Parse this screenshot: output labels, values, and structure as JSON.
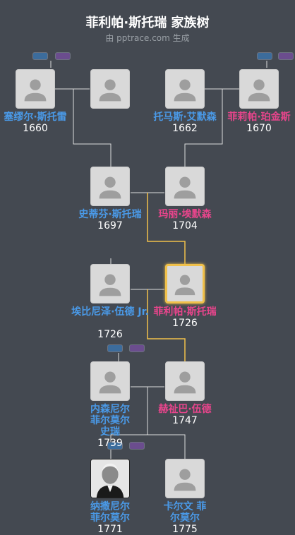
{
  "title": "菲利帕·斯托瑞 家族树",
  "subtitle": "由 pptrace.com 生成",
  "colors": {
    "background": "#444951",
    "male": "#4a9ae8",
    "female": "#e8458c",
    "focus": "#f0c04a",
    "line": "#dddddd"
  },
  "people": {
    "p1": {
      "name": "塞缪尔·斯托雷",
      "year": "1660",
      "gender": "male",
      "icon": "person-silhouette-icon"
    },
    "p2": {
      "name": "",
      "year": "",
      "gender": "female",
      "icon": "person-silhouette-icon"
    },
    "p3": {
      "name": "托马斯·艾默森",
      "year": "1662",
      "gender": "male",
      "icon": "person-silhouette-icon"
    },
    "p4": {
      "name": "菲莉帕·珀金斯",
      "year": "1670",
      "gender": "female",
      "icon": "person-silhouette-icon"
    },
    "p5": {
      "name": "史蒂芬·斯托瑞",
      "year": "1697",
      "gender": "male",
      "icon": "person-silhouette-icon"
    },
    "p6": {
      "name": "玛丽·埃默森",
      "year": "1704",
      "gender": "female",
      "icon": "person-silhouette-icon"
    },
    "p7": {
      "name": "埃比尼泽·伍德 Jr.",
      "year": "1726",
      "gender": "male",
      "icon": "person-silhouette-icon"
    },
    "p8": {
      "name": "菲利帕·斯托瑞",
      "year": "1726",
      "gender": "female",
      "icon": "person-silhouette-icon"
    },
    "p9": {
      "name": "内森尼尔 菲尔莫尔 史瑞",
      "year": "1739",
      "gender": "male",
      "icon": "person-silhouette-icon"
    },
    "p10": {
      "name": "赫祉巴·伍德",
      "year": "1747",
      "gender": "female",
      "icon": "person-silhouette-icon"
    },
    "p11": {
      "name": "纳撒尼尔 菲尔莫尔",
      "year": "1771",
      "gender": "male",
      "icon": "portrait-photo"
    },
    "p12": {
      "name": "卡尔文 菲尔莫尔",
      "year": "1775",
      "gender": "male",
      "icon": "person-silhouette-icon"
    }
  }
}
